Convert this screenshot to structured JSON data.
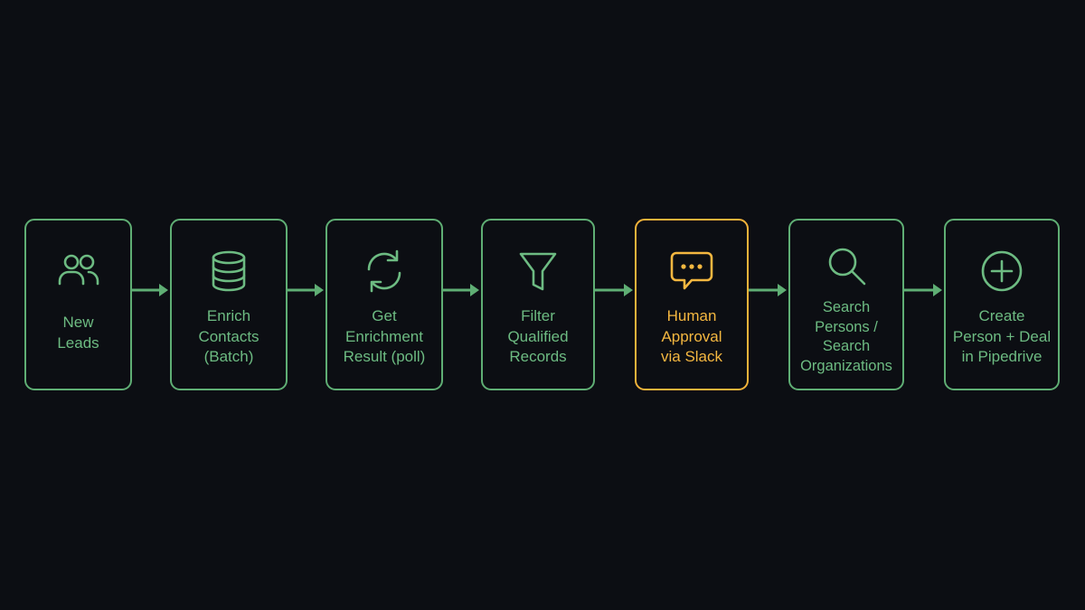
{
  "colors": {
    "background": "#0c0e13",
    "step": "#5fae74",
    "step_text": "#6dbb82",
    "highlight": "#f2b23a"
  },
  "steps": [
    {
      "label": "New\nLeads",
      "icon": "users-icon",
      "highlight": false
    },
    {
      "label": "Enrich\nContacts\n(Batch)",
      "icon": "database-icon",
      "highlight": false
    },
    {
      "label": "Get\nEnrichment\nResult (poll)",
      "icon": "refresh-icon",
      "highlight": false
    },
    {
      "label": "Filter\nQualified\nRecords",
      "icon": "filter-icon",
      "highlight": false
    },
    {
      "label": "Human\nApproval\nvia Slack",
      "icon": "chat-icon",
      "highlight": true
    },
    {
      "label": "Search\nPersons /\nSearch\nOrganizations",
      "icon": "search-icon",
      "highlight": false
    },
    {
      "label": "Create\nPerson + Deal\nin Pipedrive",
      "icon": "plus-circle-icon",
      "highlight": false
    }
  ]
}
